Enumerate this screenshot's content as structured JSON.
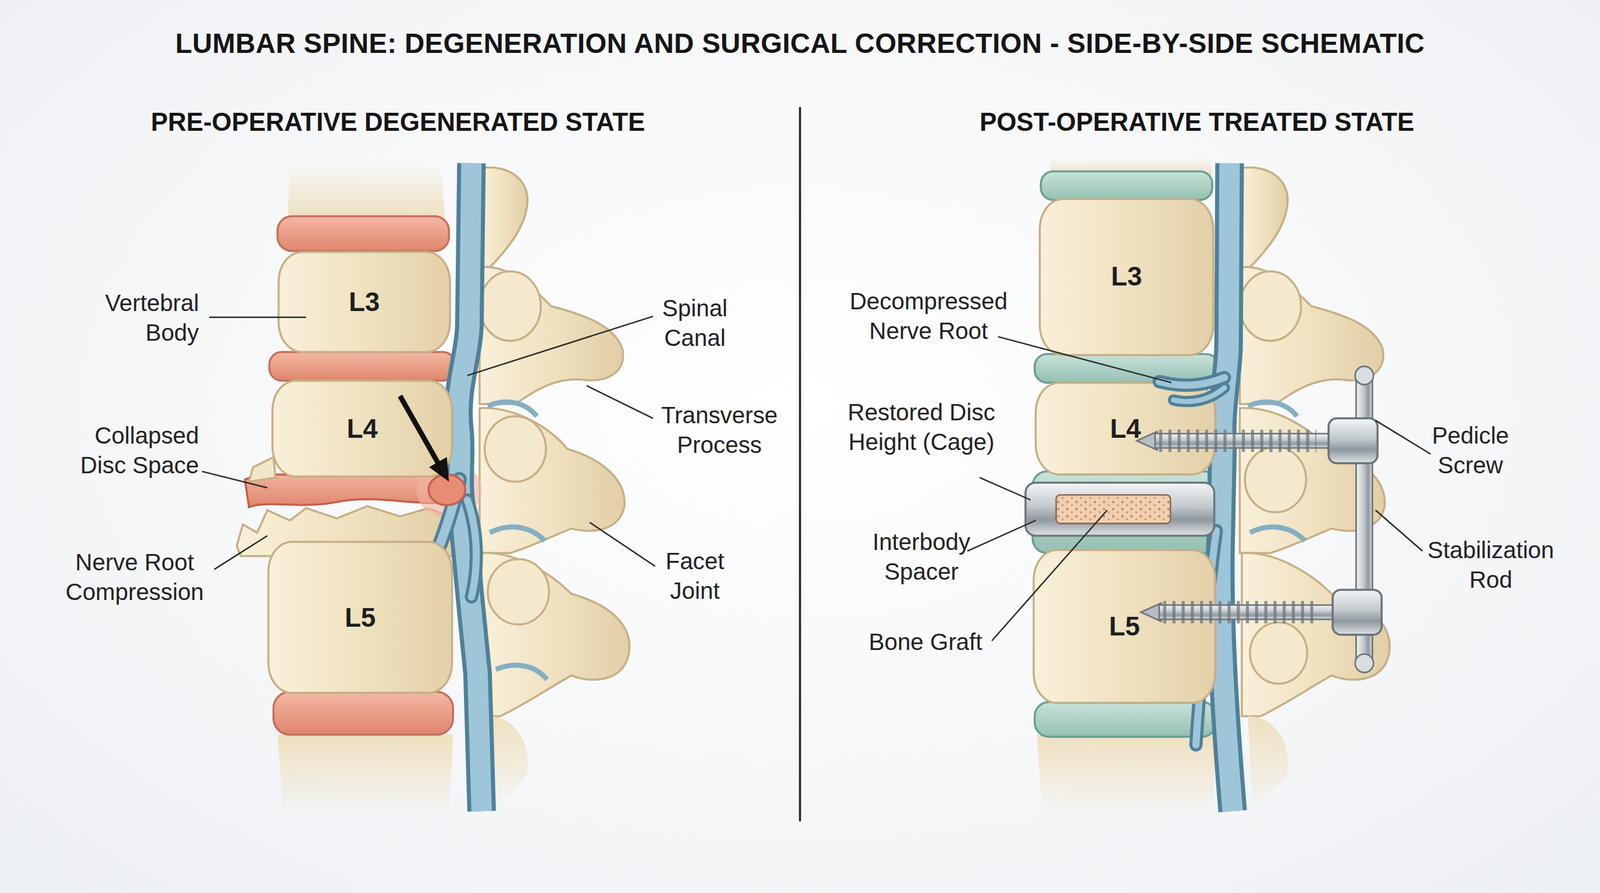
{
  "diagram": {
    "title": "LUMBAR SPINE: DEGENERATION AND SURGICAL CORRECTION - SIDE-BY-SIDE SCHEMATIC",
    "nodes": [
      {
        "text": [
          "L3"
        ]
      },
      {
        "text": [
          "L4"
        ]
      },
      {
        "text": [
          "L5"
        ]
      },
      {
        "text": [
          "L3"
        ]
      },
      {
        "text": [
          "L4"
        ]
      },
      {
        "text": [
          "L5"
        ]
      }
    ],
    "labels": [
      "PRE-OPERATIVE DEGENERATED STATE",
      "POST-OPERATIVE TREATED STATE",
      "Vertebral Body",
      "Spinal Canal",
      "Transverse Process",
      "Collapsed Disc Space",
      "Nerve Root Compression",
      "Facet Joint",
      "Decompressed Nerve Root",
      "Restored Disc Height (Cage)",
      "Interbody Spacer",
      "Bone Graft",
      "Pedicle Screw",
      "Stabilization Rod"
    ]
  }
}
